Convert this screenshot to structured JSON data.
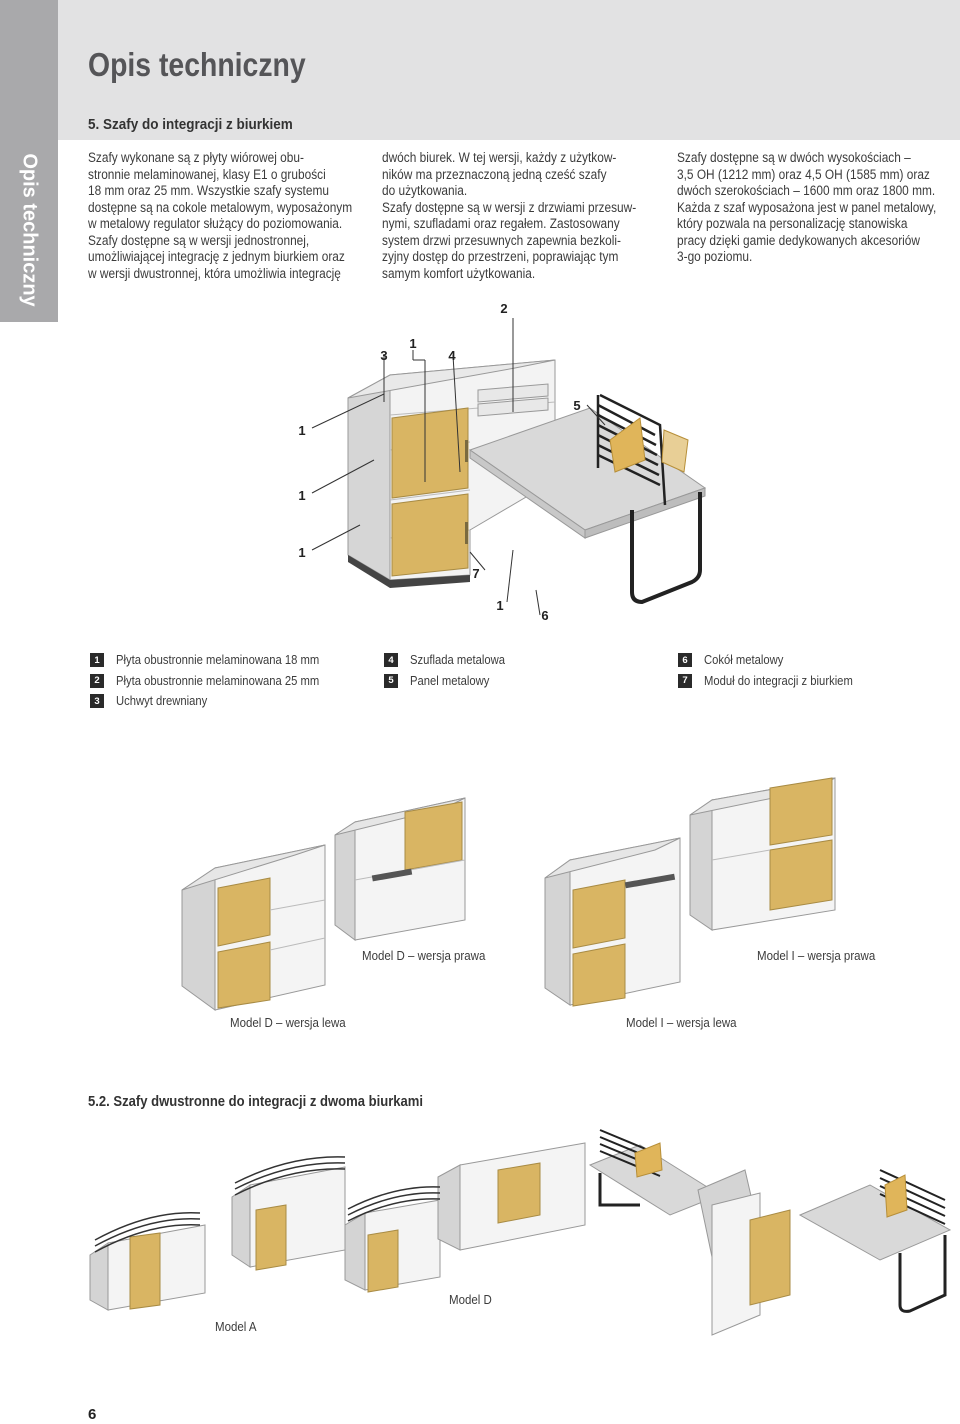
{
  "side_tab": {
    "label": "Opis techniczny"
  },
  "header": {
    "title": "Opis techniczny",
    "section": "5.  Szafy do integracji z biurkiem"
  },
  "columns": {
    "col1": [
      "Szafy wykonane są z płyty wiórowej obu-",
      "stronnie melaminowanej, klasy E1 o grubości",
      "18 mm oraz 25 mm. Wszystkie szafy systemu",
      "dostępne są na cokole metalowym, wyposażonym",
      "w metalowy regulator służący do poziomowania.",
      "Szafy dostępne są w wersji jednostronnej,",
      "umożliwiającej integrację z jednym biurkiem oraz",
      "w wersji dwustronnej, która umożliwia integrację"
    ],
    "col2": [
      "dwóch biurek. W tej wersji, każdy z użytkow-",
      "ników ma przeznaczoną jedną cześć szafy",
      "do użytkowania.",
      "Szafy dostępne są w wersji z drzwiami przesuw-",
      "nymi, szufladami oraz regałem. Zastosowany",
      "system drzwi przesuwnych zapewnia bezkoli-",
      "zyjny dostęp do przestrzeni, poprawiając tym",
      "samym komfort użytkowania."
    ],
    "col3": [
      "Szafy dostępne są w dwóch wysokościach –",
      "3,5 OH (1212 mm) oraz 4,5 OH (1585 mm) oraz",
      "dwóch szerokościach – 1600 mm oraz 1800 mm.",
      "Każda z szaf wyposażona jest w panel metalowy,",
      "który pozwala na personalizację stanowiska",
      "pracy dzięki gamie dedykowanych akcesoriów",
      "3-go poziomu."
    ]
  },
  "callouts": [
    "2",
    "3",
    "1",
    "4",
    "5",
    "1",
    "1",
    "1",
    "7",
    "1",
    "6"
  ],
  "legend": {
    "col1": [
      {
        "num": "1",
        "label": "Płyta obustronnie melaminowana 18 mm"
      },
      {
        "num": "2",
        "label": "Płyta obustronnie melaminowana 25 mm"
      },
      {
        "num": "3",
        "label": "Uchwyt drewniany"
      }
    ],
    "col2": [
      {
        "num": "4",
        "label": "Szuflada metalowa"
      },
      {
        "num": "5",
        "label": "Panel metalowy"
      }
    ],
    "col3": [
      {
        "num": "6",
        "label": "Cokół metalowy"
      },
      {
        "num": "7",
        "label": "Moduł do integracji z biurkiem"
      }
    ]
  },
  "model_captions": {
    "d_right": "Model D – wersja prawa",
    "i_right": "Model I – wersja prawa",
    "d_left": "Model D – wersja lewa",
    "i_left": "Model I – wersja lewa"
  },
  "section2": {
    "title": "5.2.  Szafy dwustronne do integracji z dwoma biurkami",
    "caption_a": "Model A",
    "caption_d": "Model D"
  },
  "page_number": "6",
  "colors": {
    "tab": "#a9a9ab",
    "band": "#e2e2e3",
    "wood": "#d9b563",
    "panel_white": "#f4f4f4",
    "panel_grey": "#d4d4d4",
    "metal": "#2a2a2a"
  }
}
